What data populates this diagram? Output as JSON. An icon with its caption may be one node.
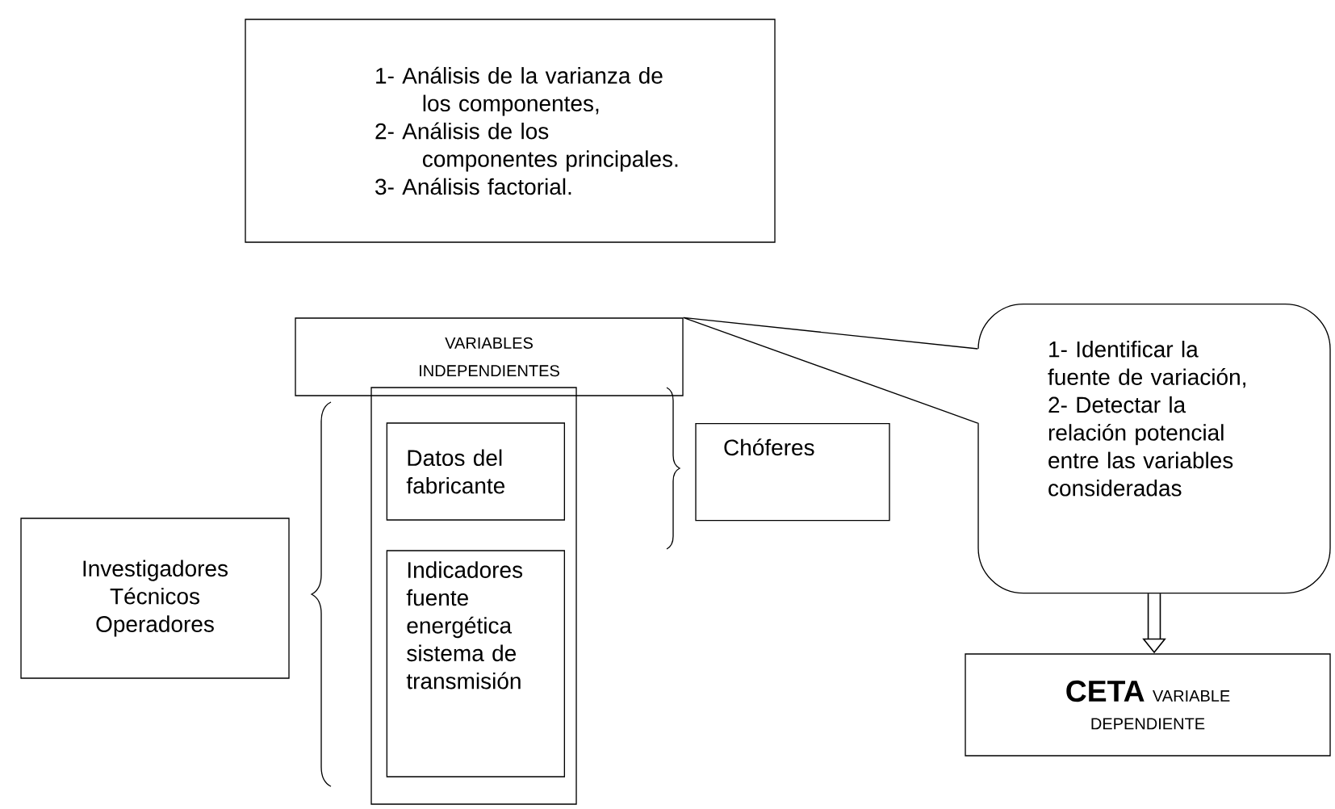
{
  "diagram": {
    "nodes": [
      {
        "text": [
          "1- Análisis de la varianza de los componentes,",
          "2- Análisis de los componentes principales.",
          "3- Análisis factorial."
        ]
      },
      {
        "text": [
          "VARIABLES INDEPENDIENTES"
        ]
      },
      {
        "text": [
          "1- Identificar la fuente de variación, 2- Detectar la relación potencial entre las variables consideradas"
        ]
      },
      {
        "text": [],
        "shape": "box"
      },
      {
        "text": [
          "Datos del fabricante"
        ],
        "in": 3
      },
      {
        "text": [
          "Indicadores fuente energética sistema de transmisión"
        ],
        "in": 3
      },
      {
        "text": [
          "Chóferes"
        ]
      },
      {
        "text": [
          "Investigadores Técnicos Operadores"
        ]
      },
      {
        "text": [
          "CETA",
          "VARIABLE DEPENDIENTE"
        ]
      }
    ],
    "edges": [
      {
        "from": 2,
        "to": 1,
        "arrow": "none"
      },
      {
        "from": 2,
        "to": 8,
        "arrow": "to",
        "style": "thick"
      }
    ]
  }
}
